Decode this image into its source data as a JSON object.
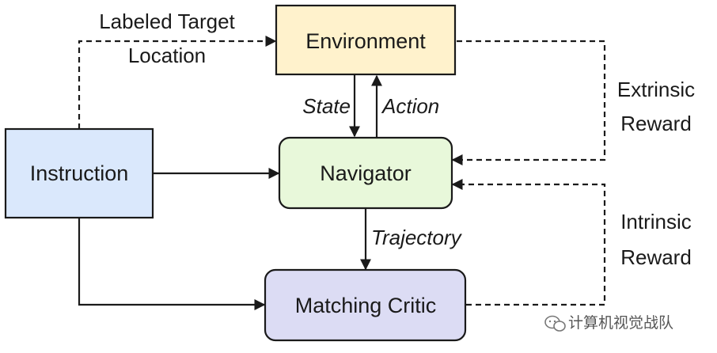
{
  "nodes": {
    "environment": {
      "label": "Environment",
      "fill": "#FFF2CC",
      "stroke": "#1a1a1a"
    },
    "instruction": {
      "label": "Instruction",
      "fill": "#DAE8FC",
      "stroke": "#1a1a1a"
    },
    "navigator": {
      "label": "Navigator",
      "fill": "#E8F8DA",
      "stroke": "#1a1a1a"
    },
    "critic": {
      "label": "Matching Critic",
      "fill": "#DCDCF4",
      "stroke": "#1a1a1a"
    }
  },
  "edges": {
    "labeled_target": {
      "line1": "Labeled Target",
      "line2": "Location"
    },
    "state": {
      "label": "State"
    },
    "action": {
      "label": "Action"
    },
    "trajectory": {
      "label": "Trajectory"
    },
    "extrinsic": {
      "line1": "Extrinsic",
      "line2": "Reward"
    },
    "intrinsic": {
      "line1": "Intrinsic",
      "line2": "Reward"
    }
  },
  "watermark": {
    "text": "计算机视觉战队",
    "icon": "wechat-icon"
  }
}
